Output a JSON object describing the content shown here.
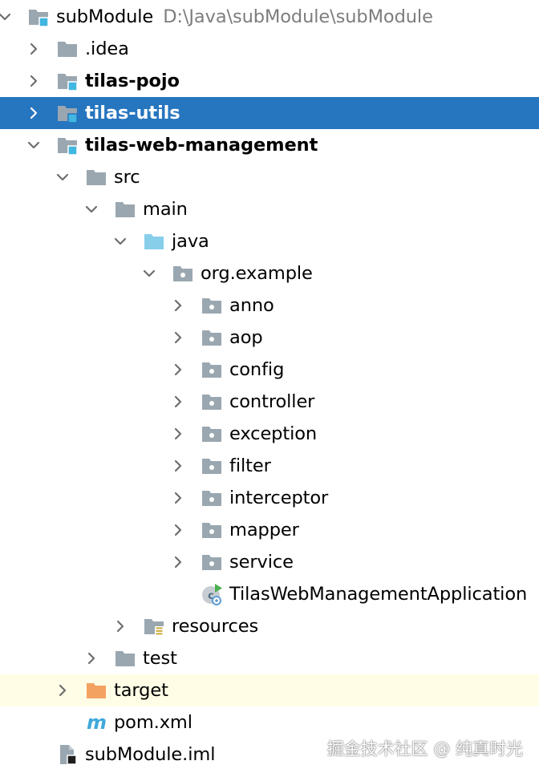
{
  "project_tree": {
    "rows": [
      {
        "label": "subModule",
        "path": "D:\\Java\\subModule\\subModule",
        "icon": "module-folder-icon",
        "chevron": "down",
        "depth": 0,
        "bold": true
      },
      {
        "label": ".idea",
        "icon": "folder-icon",
        "chevron": "right",
        "depth": 1
      },
      {
        "label": "tilas-pojo",
        "icon": "module-folder-icon",
        "chevron": "right",
        "depth": 1,
        "bold": true
      },
      {
        "label": "tilas-utils",
        "icon": "module-folder-icon",
        "chevron": "right",
        "depth": 1,
        "bold": true,
        "selected": true
      },
      {
        "label": "tilas-web-management",
        "icon": "module-folder-icon",
        "chevron": "down",
        "depth": 1,
        "bold": true
      },
      {
        "label": "src",
        "icon": "folder-icon",
        "chevron": "down",
        "depth": 2
      },
      {
        "label": "main",
        "icon": "folder-icon",
        "chevron": "down",
        "depth": 3
      },
      {
        "label": "java",
        "icon": "source-root-folder-icon",
        "chevron": "down",
        "depth": 4
      },
      {
        "label": "org.example",
        "icon": "package-icon",
        "chevron": "down",
        "depth": 5
      },
      {
        "label": "anno",
        "icon": "package-icon",
        "chevron": "right",
        "depth": 6
      },
      {
        "label": "aop",
        "icon": "package-icon",
        "chevron": "right",
        "depth": 6
      },
      {
        "label": "config",
        "icon": "package-icon",
        "chevron": "right",
        "depth": 6
      },
      {
        "label": "controller",
        "icon": "package-icon",
        "chevron": "right",
        "depth": 6
      },
      {
        "label": "exception",
        "icon": "package-icon",
        "chevron": "right",
        "depth": 6
      },
      {
        "label": "filter",
        "icon": "package-icon",
        "chevron": "right",
        "depth": 6
      },
      {
        "label": "interceptor",
        "icon": "package-icon",
        "chevron": "right",
        "depth": 6
      },
      {
        "label": "mapper",
        "icon": "package-icon",
        "chevron": "right",
        "depth": 6
      },
      {
        "label": "service",
        "icon": "package-icon",
        "chevron": "right",
        "depth": 6
      },
      {
        "label": "TilasWebManagementApplication",
        "icon": "spring-boot-class-icon",
        "chevron": "none",
        "depth": 6
      },
      {
        "label": "resources",
        "icon": "resources-folder-icon",
        "chevron": "right",
        "depth": 4
      },
      {
        "label": "test",
        "icon": "folder-icon",
        "chevron": "right",
        "depth": 3
      },
      {
        "label": "target",
        "icon": "excluded-folder-icon",
        "chevron": "right",
        "depth": 2,
        "excluded": true
      },
      {
        "label": "pom.xml",
        "icon": "maven-icon",
        "chevron": "none",
        "depth": 2
      },
      {
        "label": "subModule.iml",
        "icon": "iml-file-icon",
        "chevron": "none",
        "depth": 1
      }
    ]
  },
  "watermark": "掘金技术社区 @ 纯真时光",
  "colors": {
    "selection": "#2675BF",
    "excluded_row": "#FFFDE6",
    "folder": "#9AA7B0",
    "source_root": "#87CEEB",
    "module_badge": "#40B6E0",
    "excluded_folder": "#F4A261"
  }
}
